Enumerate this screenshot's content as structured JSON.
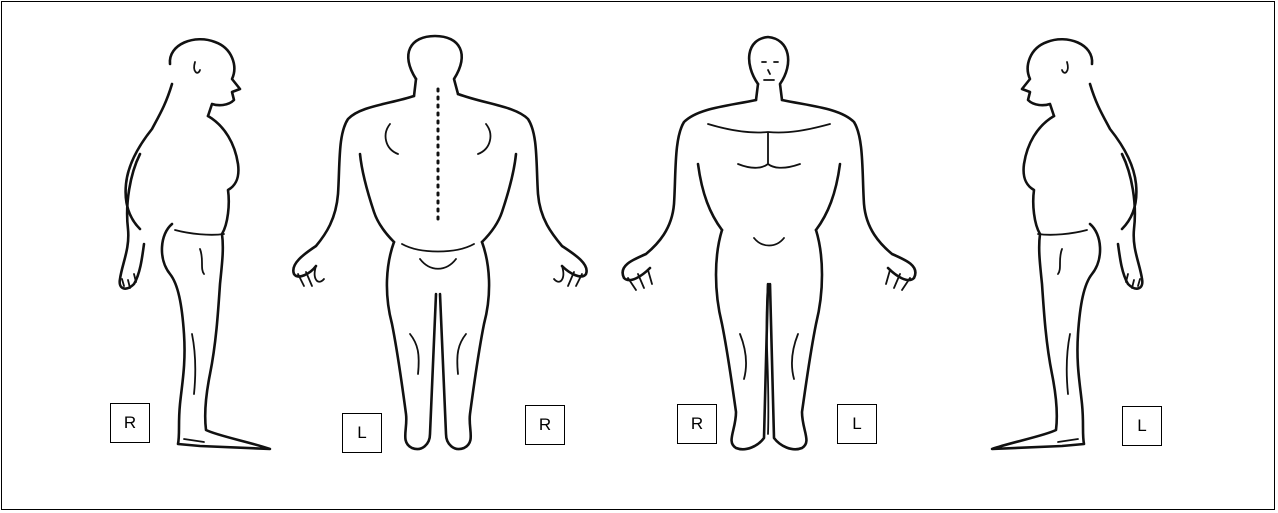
{
  "figures": [
    {
      "name": "right-side-view",
      "icon": "body-profile-right-icon"
    },
    {
      "name": "back-view",
      "icon": "body-back-icon"
    },
    {
      "name": "front-view",
      "icon": "body-front-icon"
    },
    {
      "name": "left-side-view",
      "icon": "body-profile-left-icon"
    }
  ],
  "labels": {
    "right_side": "R",
    "back_left": "L",
    "back_right": "R",
    "front_right": "R",
    "front_left": "L",
    "left_side": "L"
  }
}
